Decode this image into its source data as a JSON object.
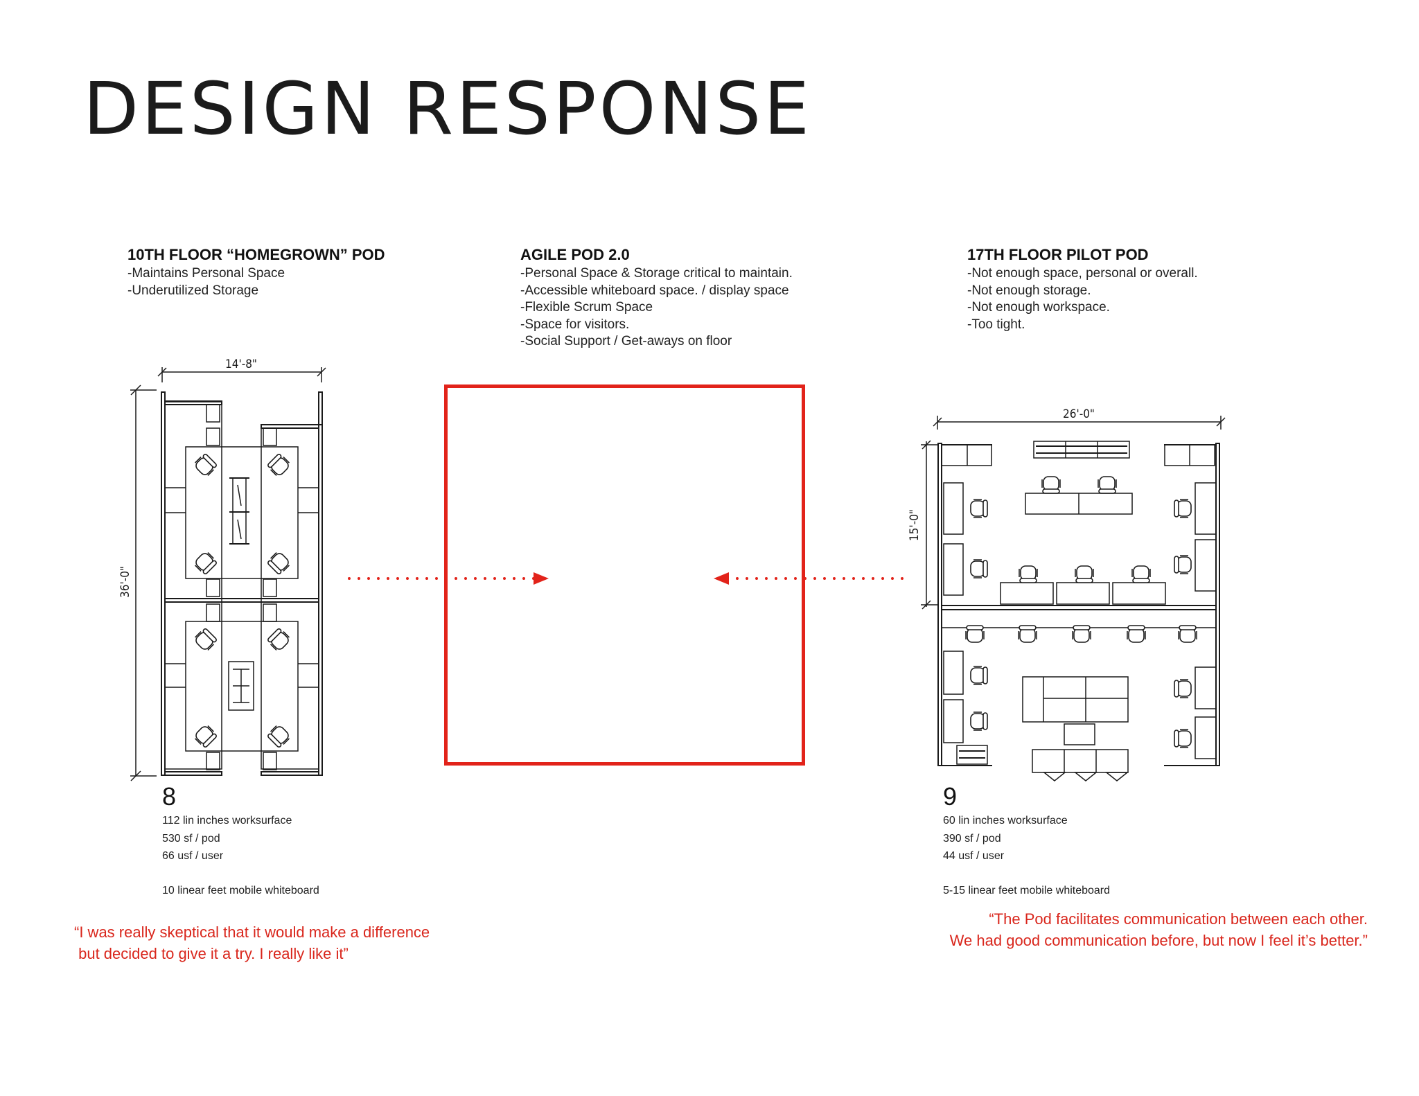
{
  "title": "DESIGN RESPONSE",
  "colors": {
    "accent": "#e2231a",
    "text": "#1c1c1c"
  },
  "left": {
    "heading": "10TH FLOOR “HOMEGROWN” POD",
    "bullets": [
      "-Maintains Personal Space",
      "-Underutilized Storage"
    ],
    "width_dim": "14'-8\"",
    "height_dim": "36'-0\"",
    "number": "8",
    "metrics": [
      "112 lin inches worksurface",
      "530 sf / pod",
      "66 usf / user"
    ],
    "whiteboard": "10 linear feet mobile whiteboard",
    "quote": [
      "“I was really skeptical that it would make a difference",
      " but decided to give it a try. I really like it”"
    ]
  },
  "center": {
    "heading": "AGILE POD 2.0",
    "bullets": [
      "-Personal Space & Storage critical to maintain.",
      "-Accessible whiteboard space. / display space",
      "-Flexible Scrum Space",
      "-Space for visitors.",
      "-Social Support / Get-aways on floor"
    ]
  },
  "right": {
    "heading": "17TH FLOOR PILOT POD",
    "bullets": [
      "-Not enough space, personal or overall.",
      "-Not enough storage.",
      "-Not enough workspace.",
      "-Too tight."
    ],
    "width_dim": "26'-0\"",
    "height_dim": "15'-0\"",
    "number": "9",
    "metrics": [
      "60 lin inches worksurface",
      "390 sf / pod",
      "44 usf / user"
    ],
    "whiteboard": "5-15 linear feet mobile whiteboard",
    "quote": [
      "“The Pod facilitates communication between each other.",
      "We had good communication before, but now I feel it’s better.”"
    ]
  }
}
